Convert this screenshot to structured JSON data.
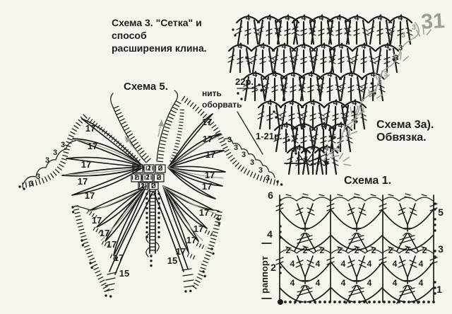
{
  "page": {
    "number": "31",
    "background": "#f6f4ed",
    "ink": "#1d1d1b",
    "gray": "#9c9b94"
  },
  "scheme3": {
    "title_lines": [
      "Схема 3. \"Сетка\" и",
      "способ",
      "расширения клина."
    ],
    "row_label_22": "22р.",
    "row_label_1_21": "1-21р.",
    "fan_stitch_label": "4",
    "picot_label": "3"
  },
  "scheme3a": {
    "title_lines": [
      "Схема 3а).",
      "Обвязка."
    ]
  },
  "scheme5": {
    "title": "Схема 5.",
    "thread_note_lines": [
      "нить",
      "оборвать"
    ],
    "wing_lobe_label": "17",
    "wing_tip_label": "3",
    "body_label": "2",
    "tail_label": "15"
  },
  "scheme1": {
    "title": "Схема 1.",
    "rapport_label": "раппорт",
    "left_row_labels": [
      "6",
      "4",
      "2"
    ],
    "right_row_labels": [
      "5",
      "3",
      "1"
    ],
    "chain_label_2": "2",
    "chain_label_4": "4"
  }
}
